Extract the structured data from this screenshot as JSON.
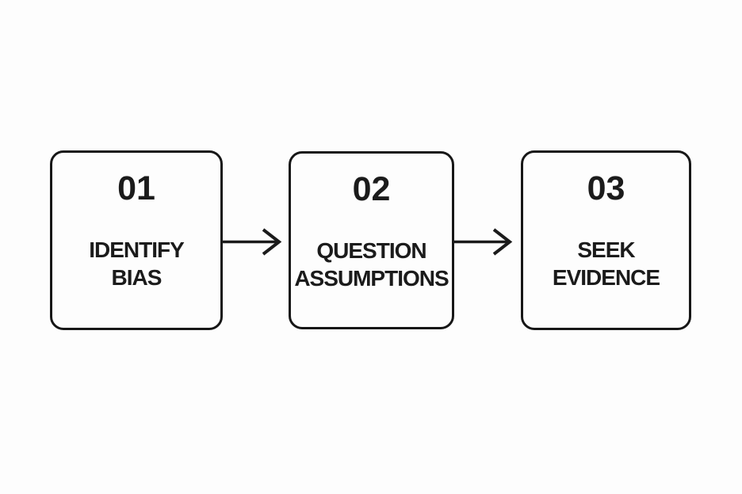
{
  "colors": {
    "background": "#fdfdfd",
    "ink": "#1b1b1b",
    "box_border": "#171717"
  },
  "diagram": {
    "steps": [
      {
        "number": "01",
        "label": "IDENTIFY BIAS",
        "lines": [
          "IDENTIFY",
          "BIAS"
        ]
      },
      {
        "number": "02",
        "label": "QUESTION ASSUMPTIONS",
        "lines": [
          "QUESTION",
          "ASSUMPTIONS"
        ]
      },
      {
        "number": "03",
        "label": "SEEK EVIDENCE",
        "lines": [
          "SEEK",
          "EVIDENCE"
        ]
      }
    ],
    "connectors": [
      {
        "from": "01",
        "to": "02",
        "type": "arrow-right"
      },
      {
        "from": "02",
        "to": "03",
        "type": "arrow-right"
      }
    ]
  }
}
